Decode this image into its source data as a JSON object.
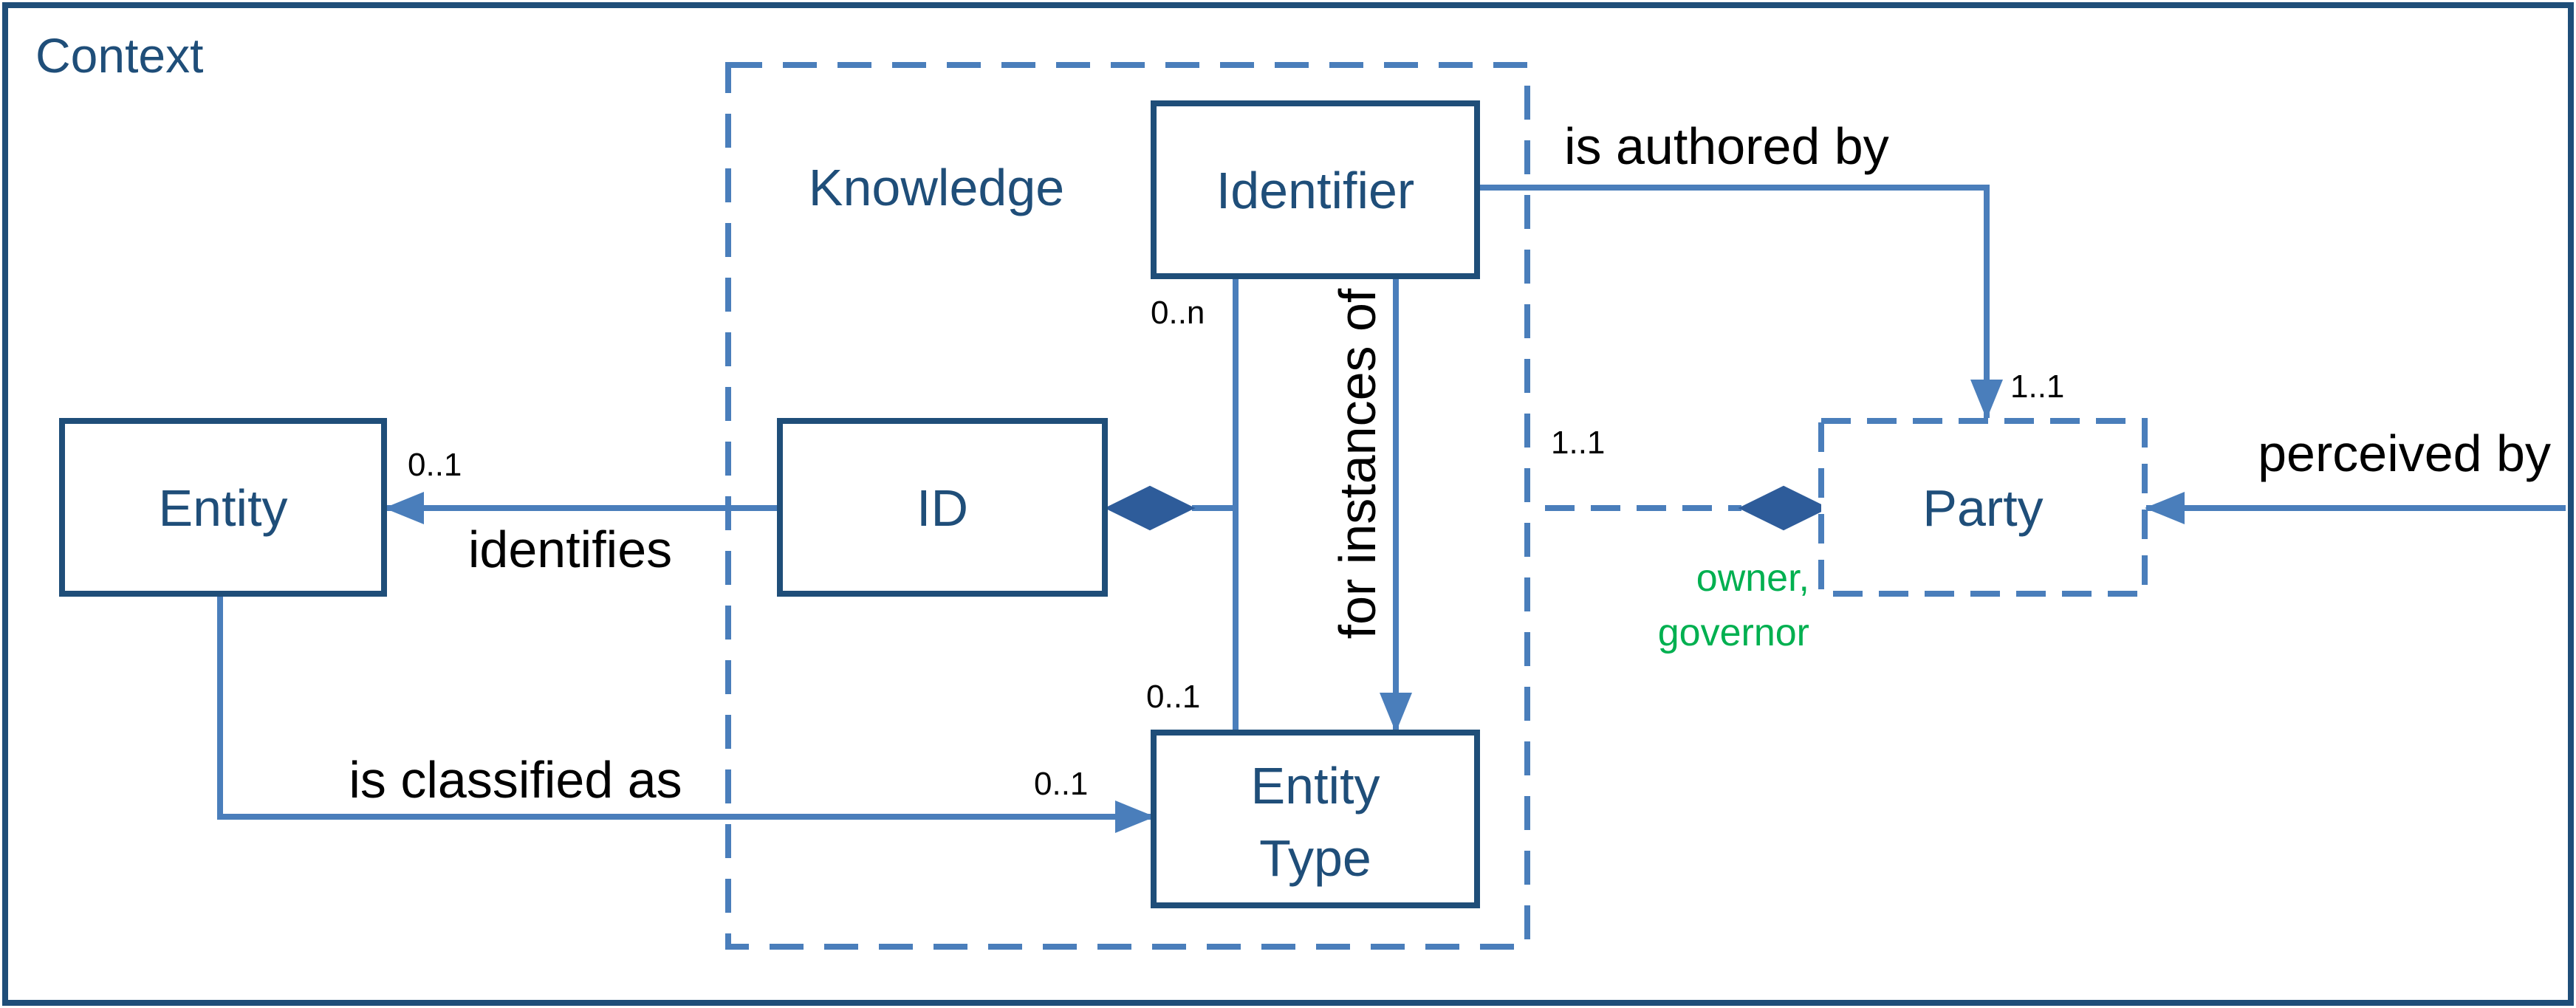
{
  "context": {
    "title": "Context"
  },
  "knowledge": {
    "title": "Knowledge"
  },
  "boxes": {
    "entity": "Entity",
    "id": "ID",
    "identifier": "Identifier",
    "entity_type_line1": "Entity",
    "entity_type_line2": "Type",
    "party": "Party"
  },
  "relations": {
    "identifies": "identifies",
    "is_classified_as": "is classified as",
    "is_authored_by": "is authored by",
    "perceived_by": "perceived by",
    "for_instances_of": "for instances of"
  },
  "multiplicities": {
    "entity_identifies": "0..1",
    "identifier_top": "0..n",
    "entity_type_top": "0..1",
    "classified_target": "0..1",
    "party_authored": "1..1",
    "party_owner": "1..1"
  },
  "roles": {
    "owner_line1": "owner,",
    "owner_line2": "governor"
  },
  "colors": {
    "line": "#4A7EBB",
    "box_border": "#1F4E79",
    "box_text": "#1F4E79",
    "role_text": "#00B050"
  }
}
